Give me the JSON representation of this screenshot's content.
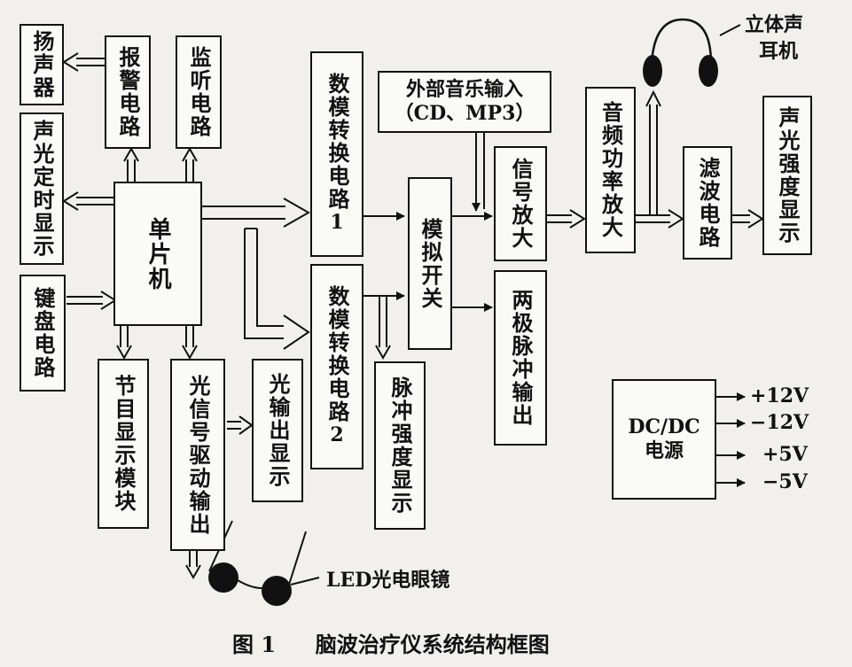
{
  "blocks": {
    "speaker": "扬声器",
    "alarm": "报警电路",
    "monitor": "监听电路",
    "sound_light_timer": "声光定时显示",
    "mcu": "单片机",
    "keyboard": "键盘电路",
    "program_display": "节目显示模块",
    "light_driver": "光信号驱动输出",
    "light_output_display": "光输出显示",
    "dac1": "数模转换电路",
    "dac1_num": "1",
    "dac2": "数模转换电路",
    "dac2_num": "2",
    "ext_music_line1": "外部音乐输入",
    "ext_music_line2": "（CD、MP3）",
    "analog_switch": "模拟开关",
    "signal_amp": "信号放大",
    "bipolar_pulse": "两极脉冲输出",
    "pulse_intensity": "脉冲强度显示",
    "audio_power_amp": "音频功率放大",
    "filter": "滤波电路",
    "sound_light_intensity": "声光强度显示",
    "dcdc_line1": "DC/DC",
    "dcdc_line2": "电源"
  },
  "labels": {
    "headphone_line1": "立体声",
    "headphone_line2": "耳机",
    "led_glasses": "LED光电眼镜",
    "power_p12": "+12V",
    "power_m12": "−12V",
    "power_p5": "+5V",
    "power_m5": "−5V"
  },
  "caption": {
    "figure_no": "图 1",
    "title": "脑波治疗仪系统结构框图"
  }
}
